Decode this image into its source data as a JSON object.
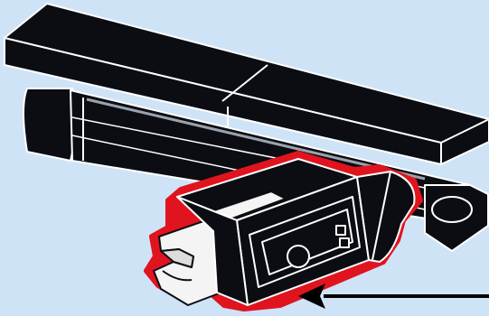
{
  "colors": {
    "background": "#cfe3f7",
    "brick": "#0b0d12",
    "edge": "#ffffff",
    "highlight_outline": "#e0141e",
    "clip_white": "#f4f4f4",
    "arrow": "#000000"
  },
  "parts": [
    {
      "name": "long-plate",
      "icon": "black-plate"
    },
    {
      "name": "axle-rod",
      "icon": "black-rod"
    },
    {
      "name": "clip-brick",
      "icon": "black-brick-with-clip",
      "highlighted": true
    }
  ],
  "arrow": {
    "direction": "left",
    "points_to": "clip-brick"
  }
}
